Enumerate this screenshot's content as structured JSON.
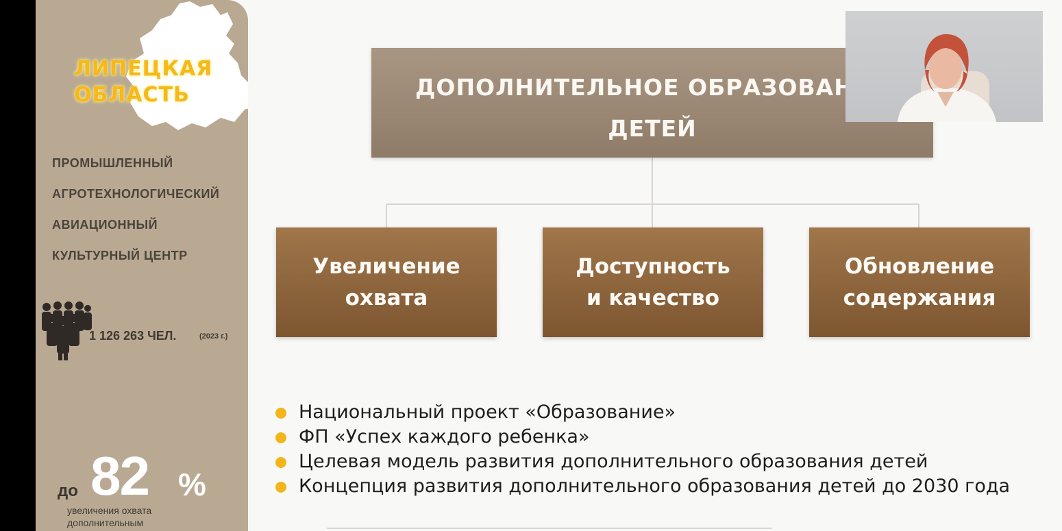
{
  "sidebar": {
    "region_title_line1": "ЛИПЕЦКАЯ",
    "region_title_line2": "ОБЛАСТЬ",
    "clusters": [
      "ПРОМЫШЛЕННЫЙ",
      "АГРОТЕХНОЛОГИЧЕСКИЙ",
      "АВИАЦИОННЫЙ",
      "КУЛЬТУРНЫЙ ЦЕНТР"
    ],
    "population_value": "1 126 263 ЧЕЛ.",
    "population_year": "(2023 г.)",
    "stat_prefix": "до",
    "stat_number": "82",
    "stat_percent": "%",
    "stat_desc_line1": "увеличения охвата",
    "stat_desc_line2": "дополнительным"
  },
  "diagram": {
    "main_line1": "ДОПОЛНИТЕЛЬНОЕ ОБРАЗОВАНИЕ",
    "main_line2": "ДЕТЕЙ",
    "branches": [
      {
        "label": "Увеличение\nохвата"
      },
      {
        "label": "Доступность\nи качество"
      },
      {
        "label": "Обновление\nсодержания"
      }
    ]
  },
  "bullets": [
    "Национальный проект «Образование»",
    "ФП «Успех каждого ребенка»",
    "Целевая модель развития дополнительного образования детей",
    "Концепция развития дополнительного образования детей до 2030 года"
  ],
  "colors": {
    "sidebar": "#b9a992",
    "main_box": "#9e8b77",
    "sub_box": "#8f663d",
    "bullet": "#f2b61b",
    "region_title": "#f6b81a"
  },
  "icons": {
    "people": "people-group-icon",
    "map": "region-map-icon"
  }
}
